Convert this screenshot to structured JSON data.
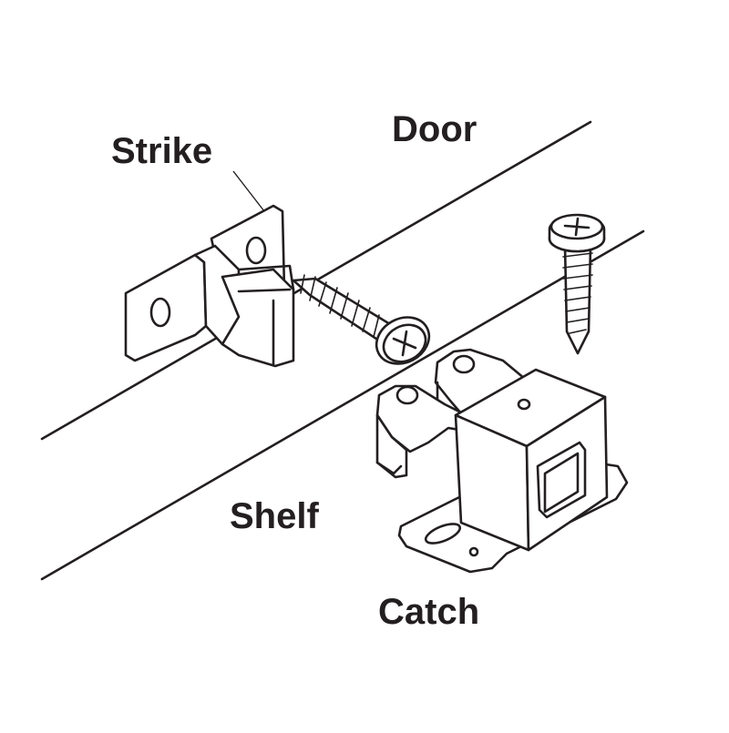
{
  "labels": {
    "strike": "Strike",
    "door": "Door",
    "shelf": "Shelf",
    "catch": "Catch"
  },
  "colors": {
    "ink": "#231f20",
    "background": "#ffffff"
  }
}
